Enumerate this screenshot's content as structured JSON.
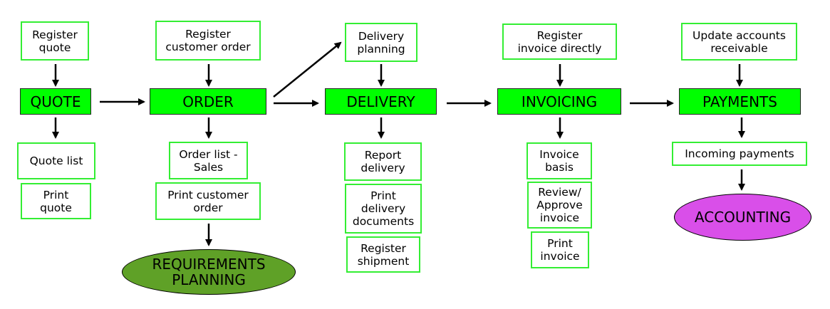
{
  "colors": {
    "stage_fill": "#00ff00",
    "task_border": "#33ee33",
    "requirements_fill": "#5fa127",
    "accounting_fill": "#d94fe9",
    "arrow": "#000000"
  },
  "stages": {
    "quote": "QUOTE",
    "order": "ORDER",
    "delivery": "DELIVERY",
    "invoicing": "INVOICING",
    "payments": "PAYMENTS"
  },
  "tasks": {
    "register_quote": "Register\nquote",
    "quote_list": "Quote list",
    "print_quote": "Print\nquote",
    "register_customer_order": "Register\ncustomer order",
    "order_list_sales": "Order list -\nSales",
    "print_customer_order": "Print customer\norder",
    "delivery_planning": "Delivery\nplanning",
    "report_delivery": "Report\ndelivery",
    "print_delivery_documents": "Print\ndelivery\ndocuments",
    "register_shipment": "Register\nshipment",
    "register_invoice_directly": "Register\ninvoice directly",
    "invoice_basis": "Invoice\nbasis",
    "review_approve_invoice": "Review/\nApprove\ninvoice",
    "print_invoice": "Print\ninvoice",
    "update_accounts_receivable": "Update accounts\nreceivable",
    "incoming_payments": "Incoming payments"
  },
  "terminals": {
    "requirements_planning": "REQUIREMENTS\nPLANNING",
    "accounting": "ACCOUNTING"
  }
}
